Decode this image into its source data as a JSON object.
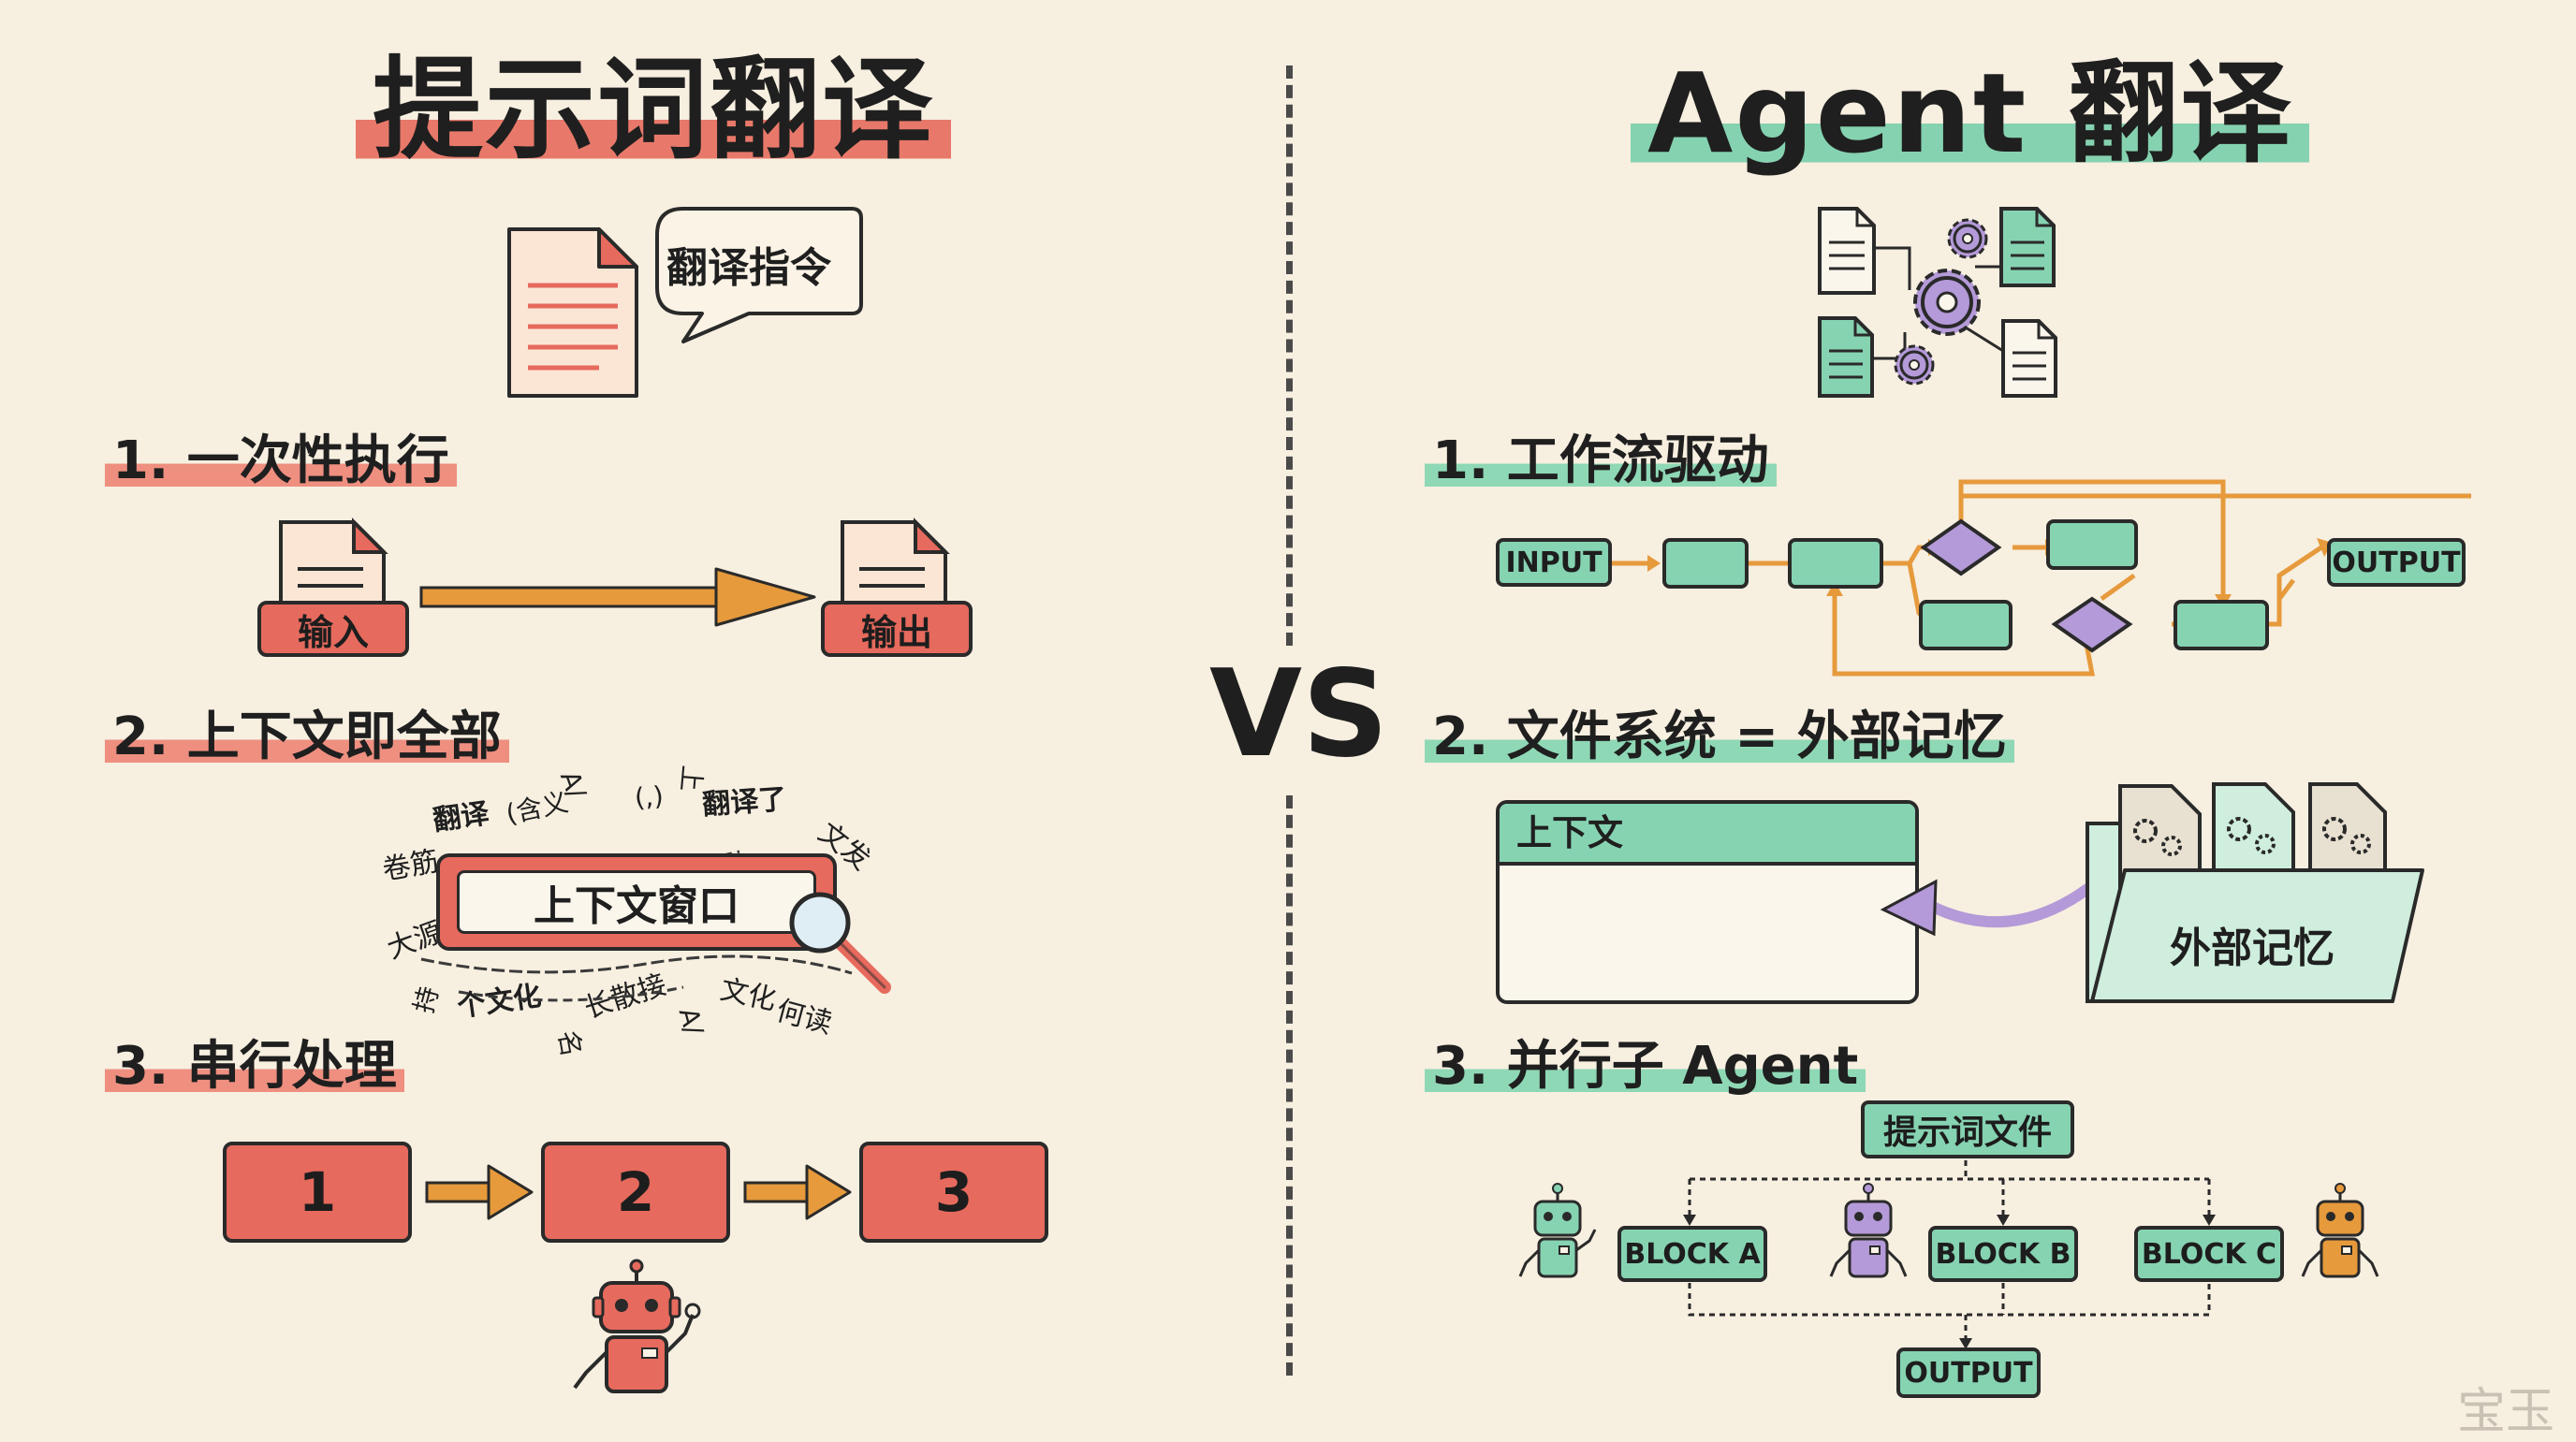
{
  "left": {
    "title": "提示词翻译",
    "bubble": "翻译指令",
    "sections": [
      {
        "label": "1. 一次性执行",
        "input": "输入",
        "output": "输出"
      },
      {
        "label": "2. 上下文即全部",
        "window": "上下文窗口",
        "scatter": [
          "翻译",
          "(含义",
          "A/",
          "(,)",
          "翻译了",
          "上",
          "文发",
          "卷筋",
          "大源",
          "文化",
          "个文化",
          "长散接",
          "何读",
          "A/",
          "持",
          "名"
        ]
      },
      {
        "label": "3. 串行处理",
        "steps": [
          "1",
          "2",
          "3"
        ]
      }
    ]
  },
  "vs": "VS",
  "right": {
    "title": "Agent 翻译",
    "sections": [
      {
        "label": "1. 工作流驱动",
        "input": "INPUT",
        "output": "OUTPUT"
      },
      {
        "label": "2. 文件系统 = 外部记忆",
        "context": "上下文",
        "memory": "外部记忆"
      },
      {
        "label": "3. 并行子 Agent",
        "prompt_file": "提示词文件",
        "blocks": [
          "BLOCK A",
          "BLOCK B",
          "BLOCK C"
        ],
        "output": "OUTPUT"
      }
    ]
  },
  "watermark": "宝玉",
  "colors": {
    "red": "#e66a5d",
    "green": "#86d3b2",
    "orange": "#e69a3c",
    "purple": "#b49ad8",
    "background": "#f7efe0"
  },
  "icons": [
    "document-icon",
    "speech-bubble-icon",
    "gear-icon",
    "magnifier-icon",
    "robot-icon",
    "folder-icon",
    "arrow-icon"
  ]
}
